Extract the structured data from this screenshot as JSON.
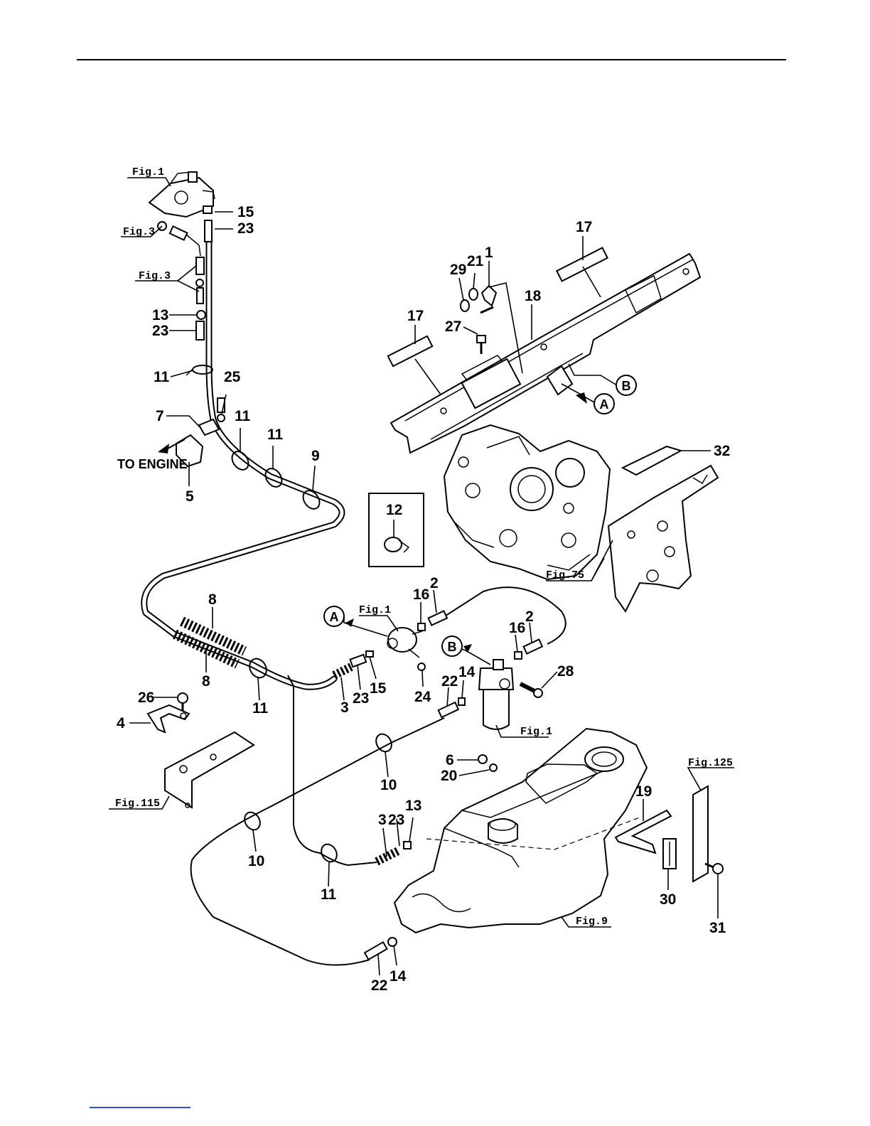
{
  "diagram": {
    "callouts": {
      "c1": "1",
      "c2a": "2",
      "c2b": "2",
      "c3a": "3",
      "c3b": "3",
      "c4": "4",
      "c5": "5",
      "c6": "6",
      "c7": "7",
      "c8a": "8",
      "c8b": "8",
      "c9": "9",
      "c10a": "10",
      "c10b": "10",
      "c11a": "11",
      "c11b": "11",
      "c11c": "11",
      "c11d": "11",
      "c11e": "11",
      "c12": "12",
      "c13a": "13",
      "c13b": "13",
      "c14a": "14",
      "c14b": "14",
      "c15a": "15",
      "c15b": "15",
      "c16a": "16",
      "c16b": "16",
      "c17a": "17",
      "c17b": "17",
      "c18": "18",
      "c19": "19",
      "c20": "20",
      "c21": "21",
      "c22a": "22",
      "c22b": "22",
      "c23a": "23",
      "c23b": "23",
      "c23c": "23",
      "c23d": "23",
      "c24": "24",
      "c25": "25",
      "c26": "26",
      "c27": "27",
      "c28": "28",
      "c29": "29",
      "c30": "30",
      "c31": "31",
      "c32": "32"
    },
    "fig_refs": {
      "f1_top": "Fig.1",
      "f3_a": "Fig.3",
      "f3_b": "Fig.3",
      "f1_pump": "Fig.1",
      "f1_filter": "Fig.1",
      "f75": "Fig.75",
      "f115": "Fig.115",
      "f125": "Fig.125",
      "f9": "Fig.9"
    },
    "markers": {
      "a_frame": "A",
      "b_frame": "B",
      "a_pump": "A",
      "b_filter": "B"
    },
    "notes": {
      "to_engine": "TO ENGINE"
    }
  }
}
